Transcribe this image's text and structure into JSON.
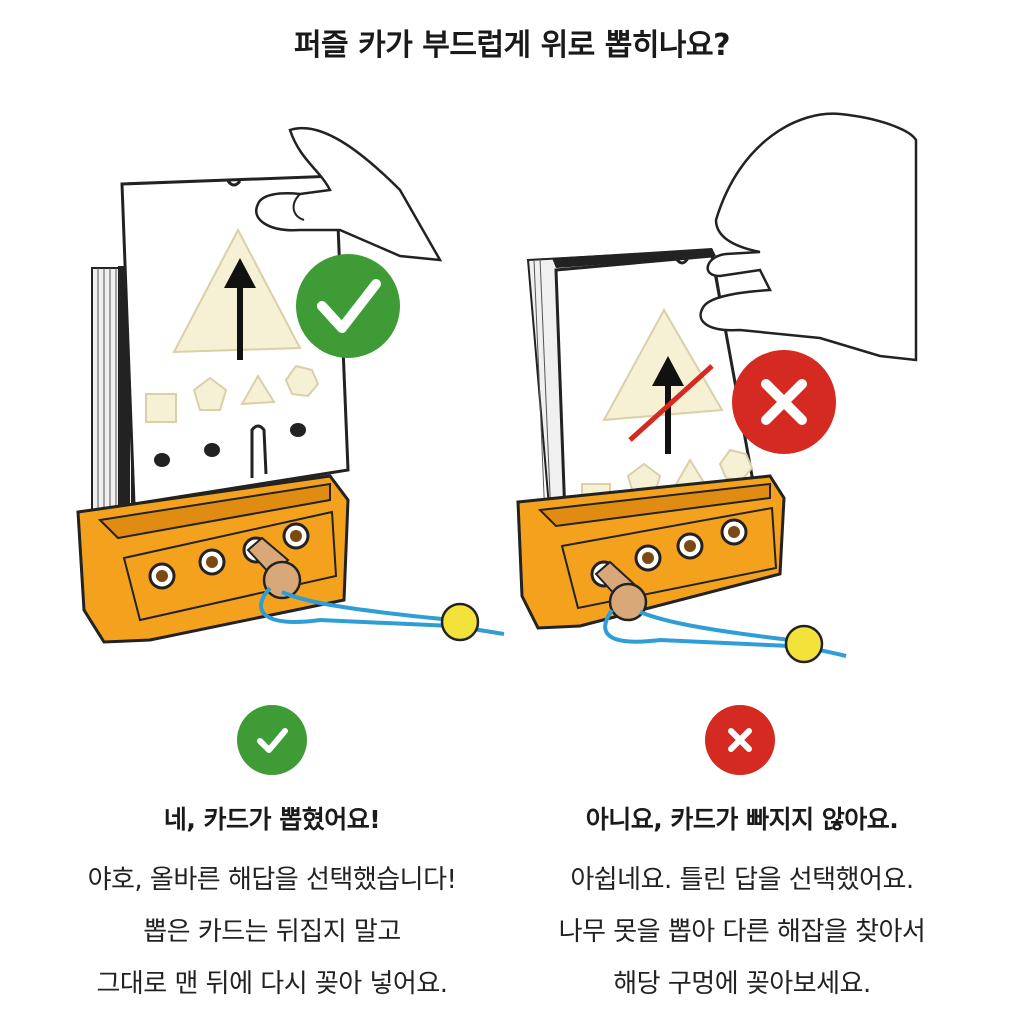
{
  "title": "퍼즐 카가 부드럽게 위로 뽑히나요?",
  "left": {
    "heading": "네, 카드가 뽑혔어요!",
    "lines": [
      "야호, 올바른 해답을 선택했습니다!",
      "뽑은 카드는 뒤집지 말고",
      "그대로 맨 뒤에 다시 꽂아 넣어요."
    ],
    "status_icon": "check-icon",
    "status_color": "#3f9b35"
  },
  "right": {
    "heading": "아니요, 카드가 빠지지 않아요.",
    "lines": [
      "아쉽네요. 틀린 답을 선택했어요.",
      "나무 못을 뽑아 다른 해잡을 찾아서",
      "해당 구멍에 꽂아보세요."
    ],
    "status_icon": "cross-icon",
    "status_color": "#d42a22"
  },
  "colors": {
    "stand": "#f4a21e",
    "cord": "#2f9ed6",
    "bead": "#f3e23a",
    "peg": "#d8a878"
  }
}
